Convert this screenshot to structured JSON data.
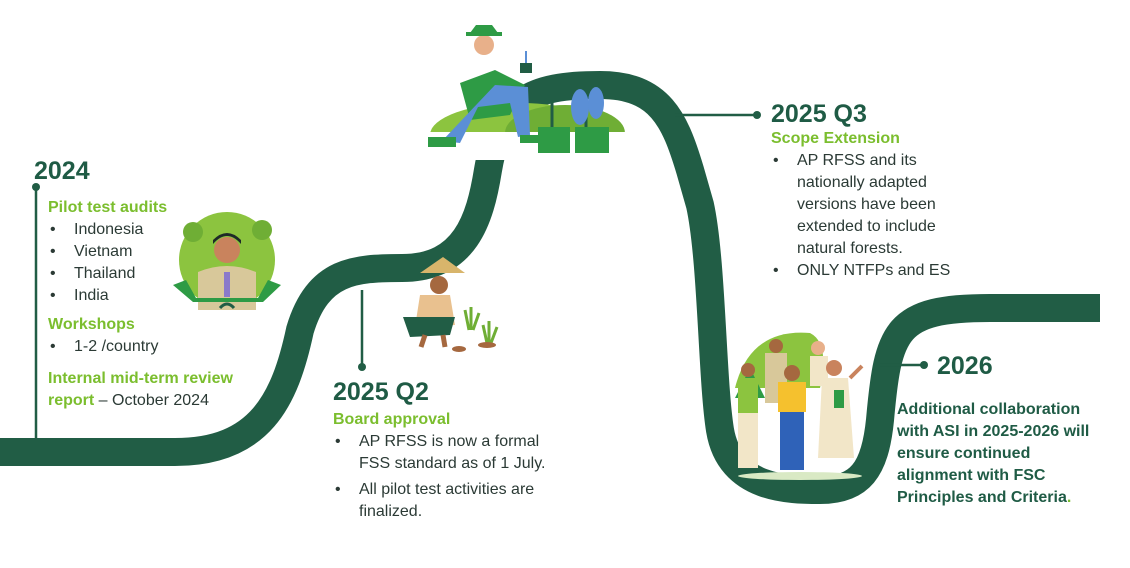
{
  "m2024": {
    "year": "2024",
    "pilot_heading": "Pilot test audits",
    "pilot_items": [
      "Indonesia",
      "Vietnam",
      "Thailand",
      "India"
    ],
    "workshops_heading": "Workshops",
    "workshop_items": [
      "1-2 /country"
    ],
    "review_heading": "Internal mid-term review report",
    "review_suffix": " – October 2024"
  },
  "m2025q2": {
    "year": "2025 Q2",
    "heading": "Board approval",
    "items": [
      "AP RFSS is now a formal FSS standard as of 1 July.",
      "All pilot test activities are finalized."
    ]
  },
  "m2025q3": {
    "year": "2025 Q3",
    "heading": "Scope Extension",
    "items": [
      "AP RFSS and its nationally adapted versions have been extended to include natural forests.",
      "ONLY NTFPs and ES"
    ]
  },
  "m2026": {
    "year": "2026",
    "text": "Additional collaboration with ASI in 2025-2026 will ensure continued alignment with FSC Principles and Criteria",
    "trailing": "."
  },
  "colors": {
    "road": "#215d45",
    "accent": "#7bbe2e",
    "leaf_light": "#8cc43f",
    "shirt_green": "#2e9b45",
    "jeans_blue": "#5b8fd6"
  },
  "icons": [
    "person-badge-icon",
    "kneeling-gardener-icon",
    "farmer-planting-icon",
    "community-group-icon"
  ]
}
